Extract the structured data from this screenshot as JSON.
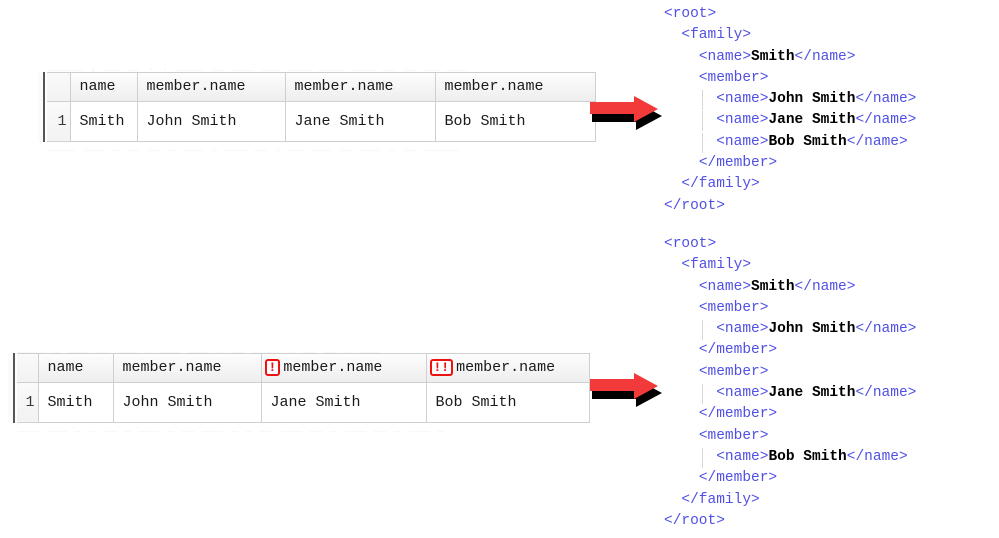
{
  "tables": [
    {
      "id": "top-grid",
      "columns": [
        "",
        "name",
        "member.name",
        "member.name",
        "member.name"
      ],
      "warnings": [
        "",
        "",
        "",
        "",
        ""
      ],
      "rows": [
        {
          "num": "1",
          "cells": [
            "Smith",
            "John Smith",
            "Jane Smith",
            "Bob Smith"
          ]
        }
      ],
      "ghost_above": "_____  ,   __  __     .     .     ____    __    ___          ___    ___      ____   ___   __         __          __  ___",
      "ghost_below": "____  ___  _  __  __ _   ___  _ ___  __   _   __  ___   __   ___  _   __  _____"
    },
    {
      "id": "bottom-grid",
      "columns": [
        "",
        "name",
        "member.name",
        "member.name",
        "member.name"
      ],
      "warnings": [
        "",
        "",
        "",
        "!",
        "!!"
      ],
      "rows": [
        {
          "num": "1",
          "cells": [
            "Smith",
            "John Smith",
            "Jane Smith",
            "Bob Smith"
          ]
        }
      ],
      "ghost_above": "____   _  ___    __ ___    _  ___   ___  _    __   ____   _  __     __   _   ___",
      "ghost_below": "___  ___ _  _ __ _  ___  _  __  ___ _   _  __  ___   __  _  ___  __   _  ___   _"
    }
  ],
  "arrows": [
    {
      "name": "arrow-top",
      "color": "#f23a3a",
      "shadow": "#000000"
    },
    {
      "name": "arrow-bottom",
      "color": "#f23a3a",
      "shadow": "#000000"
    }
  ],
  "code_blocks": [
    {
      "id": "xml-top",
      "lines": [
        {
          "indent": 0,
          "guide": false,
          "parts": [
            {
              "t": "tag",
              "v": "<root>"
            }
          ]
        },
        {
          "indent": 1,
          "guide": false,
          "parts": [
            {
              "t": "tag",
              "v": "<family>"
            }
          ]
        },
        {
          "indent": 2,
          "guide": false,
          "parts": [
            {
              "t": "tag",
              "v": "<name>"
            },
            {
              "t": "txt",
              "v": "Smith"
            },
            {
              "t": "tag",
              "v": "</name>"
            }
          ]
        },
        {
          "indent": 2,
          "guide": false,
          "parts": [
            {
              "t": "tag",
              "v": "<member>"
            }
          ]
        },
        {
          "indent": 3,
          "guide": true,
          "parts": [
            {
              "t": "tag",
              "v": "<name>"
            },
            {
              "t": "txt",
              "v": "John Smith"
            },
            {
              "t": "tag",
              "v": "</name>"
            }
          ]
        },
        {
          "indent": 3,
          "guide": true,
          "parts": [
            {
              "t": "tag",
              "v": "<name>"
            },
            {
              "t": "txt",
              "v": "Jane Smith"
            },
            {
              "t": "tag",
              "v": "</name>"
            }
          ]
        },
        {
          "indent": 3,
          "guide": true,
          "parts": [
            {
              "t": "tag",
              "v": "<name>"
            },
            {
              "t": "txt",
              "v": "Bob Smith"
            },
            {
              "t": "tag",
              "v": "</name>"
            }
          ]
        },
        {
          "indent": 2,
          "guide": false,
          "parts": [
            {
              "t": "tag",
              "v": "</member>"
            }
          ]
        },
        {
          "indent": 1,
          "guide": false,
          "parts": [
            {
              "t": "tag",
              "v": "</family>"
            }
          ]
        },
        {
          "indent": 0,
          "guide": false,
          "parts": [
            {
              "t": "tag",
              "v": "</root>"
            }
          ]
        }
      ]
    },
    {
      "id": "xml-bottom",
      "lines": [
        {
          "indent": 0,
          "guide": false,
          "parts": [
            {
              "t": "tag",
              "v": "<root>"
            }
          ]
        },
        {
          "indent": 1,
          "guide": false,
          "parts": [
            {
              "t": "tag",
              "v": "<family>"
            }
          ]
        },
        {
          "indent": 2,
          "guide": false,
          "parts": [
            {
              "t": "tag",
              "v": "<name>"
            },
            {
              "t": "txt",
              "v": "Smith"
            },
            {
              "t": "tag",
              "v": "</name>"
            }
          ]
        },
        {
          "indent": 2,
          "guide": false,
          "parts": [
            {
              "t": "tag",
              "v": "<member>"
            }
          ]
        },
        {
          "indent": 3,
          "guide": true,
          "parts": [
            {
              "t": "tag",
              "v": "<name>"
            },
            {
              "t": "txt",
              "v": "John Smith"
            },
            {
              "t": "tag",
              "v": "</name>"
            }
          ]
        },
        {
          "indent": 2,
          "guide": false,
          "parts": [
            {
              "t": "tag",
              "v": "</member>"
            }
          ]
        },
        {
          "indent": 2,
          "guide": false,
          "parts": [
            {
              "t": "tag",
              "v": "<member>"
            }
          ]
        },
        {
          "indent": 3,
          "guide": true,
          "parts": [
            {
              "t": "tag",
              "v": "<name>"
            },
            {
              "t": "txt",
              "v": "Jane Smith"
            },
            {
              "t": "tag",
              "v": "</name>"
            }
          ]
        },
        {
          "indent": 2,
          "guide": false,
          "parts": [
            {
              "t": "tag",
              "v": "</member>"
            }
          ]
        },
        {
          "indent": 2,
          "guide": false,
          "parts": [
            {
              "t": "tag",
              "v": "<member>"
            }
          ]
        },
        {
          "indent": 3,
          "guide": true,
          "parts": [
            {
              "t": "tag",
              "v": "<name>"
            },
            {
              "t": "txt",
              "v": "Bob Smith"
            },
            {
              "t": "tag",
              "v": "</name>"
            }
          ]
        },
        {
          "indent": 2,
          "guide": false,
          "parts": [
            {
              "t": "tag",
              "v": "</member>"
            }
          ]
        },
        {
          "indent": 1,
          "guide": false,
          "parts": [
            {
              "t": "tag",
              "v": "</family>"
            }
          ]
        },
        {
          "indent": 0,
          "guide": false,
          "parts": [
            {
              "t": "tag",
              "v": "</root>"
            }
          ]
        }
      ]
    }
  ]
}
